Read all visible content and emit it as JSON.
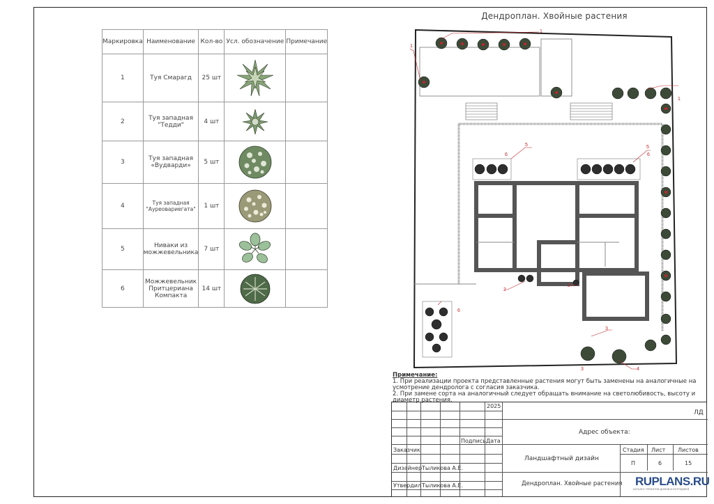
{
  "plan": {
    "title": "Дендроплан. Хвойные растения"
  },
  "legend": {
    "headers": [
      "Маркировка",
      "Наименование",
      "Кол-во",
      "Усл. обозначение",
      "Примечание"
    ],
    "rows": [
      {
        "mark": "1",
        "name": "Туя Смарагд",
        "qty": "25 шт",
        "note": ""
      },
      {
        "mark": "2",
        "name": "Туя западная \"Тедди\"",
        "qty": "4 шт",
        "note": ""
      },
      {
        "mark": "3",
        "name": "Туя западная «Вудварди»",
        "qty": "5 шт",
        "note": ""
      },
      {
        "mark": "4",
        "name": "Туя западная \"Ауреовариегата\"",
        "qty": "1 шт",
        "note": ""
      },
      {
        "mark": "5",
        "name": "Ниваки из можжевельника",
        "qty": "7 шт",
        "note": ""
      },
      {
        "mark": "6",
        "name": "Можжевельник Притцериана Компакта",
        "qty": "14 шт",
        "note": ""
      }
    ]
  },
  "notes": {
    "title": "Примечание:",
    "line1": "1. При реализации проекта представленные растения могут быть заменены на аналогичные на усмотрение дендролога с согласия заказчика.",
    "line2": "2. При замене сорта на аналогичный следует обращать внимание на светолюбивость, высоту и диаметр растения."
  },
  "stamp": {
    "year": "2025",
    "code": "ЛД",
    "address_label": "Адрес объекта:",
    "sign_label": "Подпись",
    "date_label": "Дата",
    "customer_label": "Заказчик",
    "designer_label": "Дизайнер",
    "designer_name": "Тыликова А.Е.",
    "approver_label": "Утвердил",
    "approver_name": "Тыликова А.Е.",
    "project_name": "Ландшафтный дизайн",
    "stage_label": "Стадия",
    "sheet_label": "Лист",
    "sheets_label": "Листов",
    "stage_value": "П",
    "sheet_value": "6",
    "sheets_value": "15",
    "sheet_title": "Дендроплан. Хвойные растения",
    "logo_text": "RUPLANS.RU",
    "logo_subtitle": "КАТАЛОГ ПРОЕКТОВ ДОМОВ И КОТТЕДЖЕЙ"
  },
  "plan_labels": [
    "1",
    "2",
    "3",
    "4",
    "5",
    "6"
  ],
  "colors": {
    "wall": "#555555",
    "plant_red": "#c0262a",
    "plant_green": "#5a7a4a",
    "leader": "#c0262a"
  }
}
